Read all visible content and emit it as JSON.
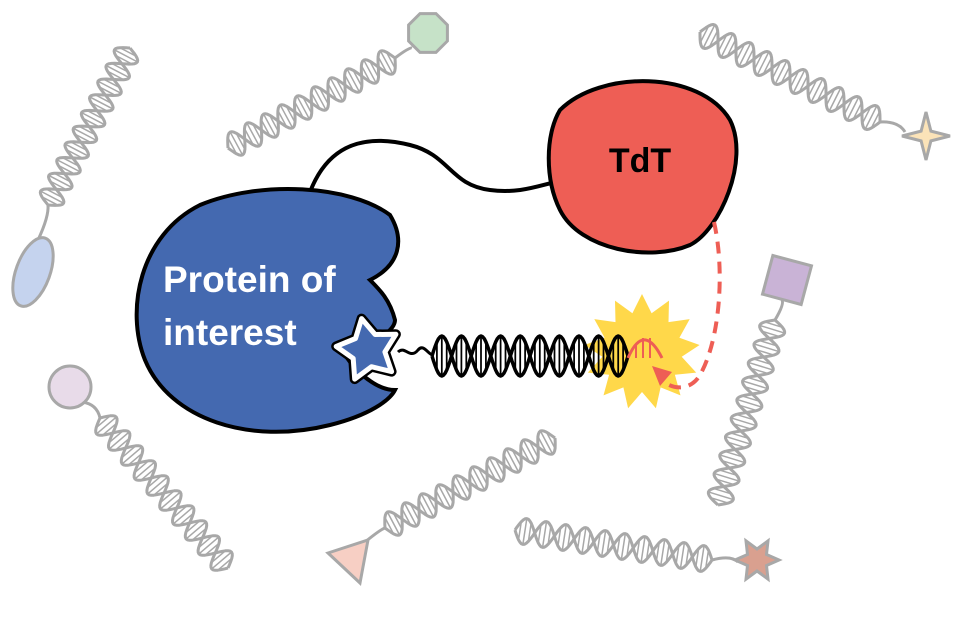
{
  "labels": {
    "tdt": "TdT",
    "protein_line1": "Protein of",
    "protein_line2": "interest"
  },
  "colors": {
    "protein": "#4469b0",
    "tdt": "#ee5e55",
    "burst": "#ffd84a",
    "dashed_arrow": "#ee5e55",
    "gray_dna": "#a8a8a8",
    "ellipse": "#c5d3ee",
    "octagon": "#c6e2c8",
    "cross_star": "#fbe3b8",
    "diamond": "#c9b3d6",
    "circle": "#e8dbe9",
    "triangle": "#f7cfc4",
    "star": "#d9a08f"
  },
  "icons": [
    "ellipse-tag-icon",
    "octagon-tag-icon",
    "four-point-star-tag-icon",
    "diamond-tag-icon",
    "circle-tag-icon",
    "triangle-tag-icon",
    "six-point-star-tag-icon",
    "star-ligand-icon"
  ]
}
